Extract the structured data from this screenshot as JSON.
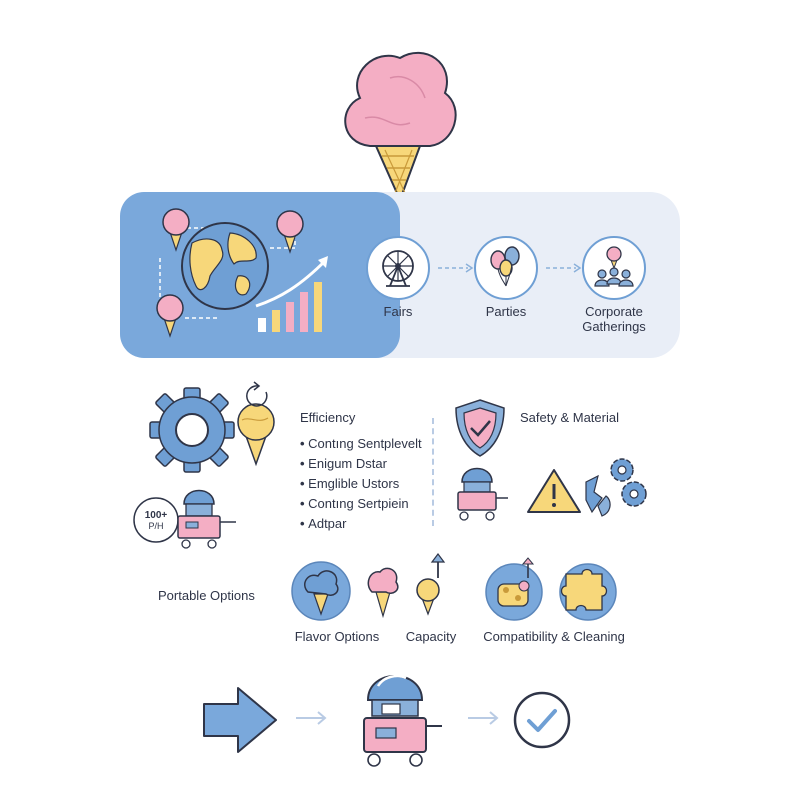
{
  "colors": {
    "accent_blue": "#7aa8db",
    "panel_light": "#e9eef7",
    "pink": "#f4aec4",
    "yellow": "#f7d77a",
    "outline": "#2f3548"
  },
  "top": {
    "icon": "cotton-candy-cone-icon"
  },
  "banner": {
    "left_icons": [
      "globe-icon",
      "cotton-candy-icon",
      "growth-chart-icon"
    ],
    "stops": [
      {
        "label": "Fairs",
        "icon": "ferris-wheel-icon"
      },
      {
        "label": "Parties",
        "icon": "balloons-icon"
      },
      {
        "label": "Corporate Gatherings",
        "icon": "people-group-icon"
      }
    ]
  },
  "efficiency": {
    "title": "Efficiency",
    "items": [
      "Contıng Sentplevelt",
      "Enigum Dstar",
      "Emglible Ustors",
      "Contıng Sertpiein",
      "Adtpar"
    ]
  },
  "safety": {
    "title": "Safety & Material",
    "icons": [
      "shield-check-icon",
      "machine-icon",
      "warning-icon",
      "gears-icon"
    ]
  },
  "portable": {
    "badge_line1": "100+",
    "badge_line2": "P/H",
    "label": "Portable Options"
  },
  "options": [
    {
      "label": "Flavor Options",
      "icon": "blue-cotton-candy-icon"
    },
    {
      "label": "Capacity",
      "icon": "capacity-up-icon"
    },
    {
      "label": "Compatibility & Cleaning",
      "icon": "puzzle-cleaning-icon"
    }
  ],
  "flow": [
    "arrow-icon",
    "machine-icon",
    "check-circle-icon"
  ]
}
